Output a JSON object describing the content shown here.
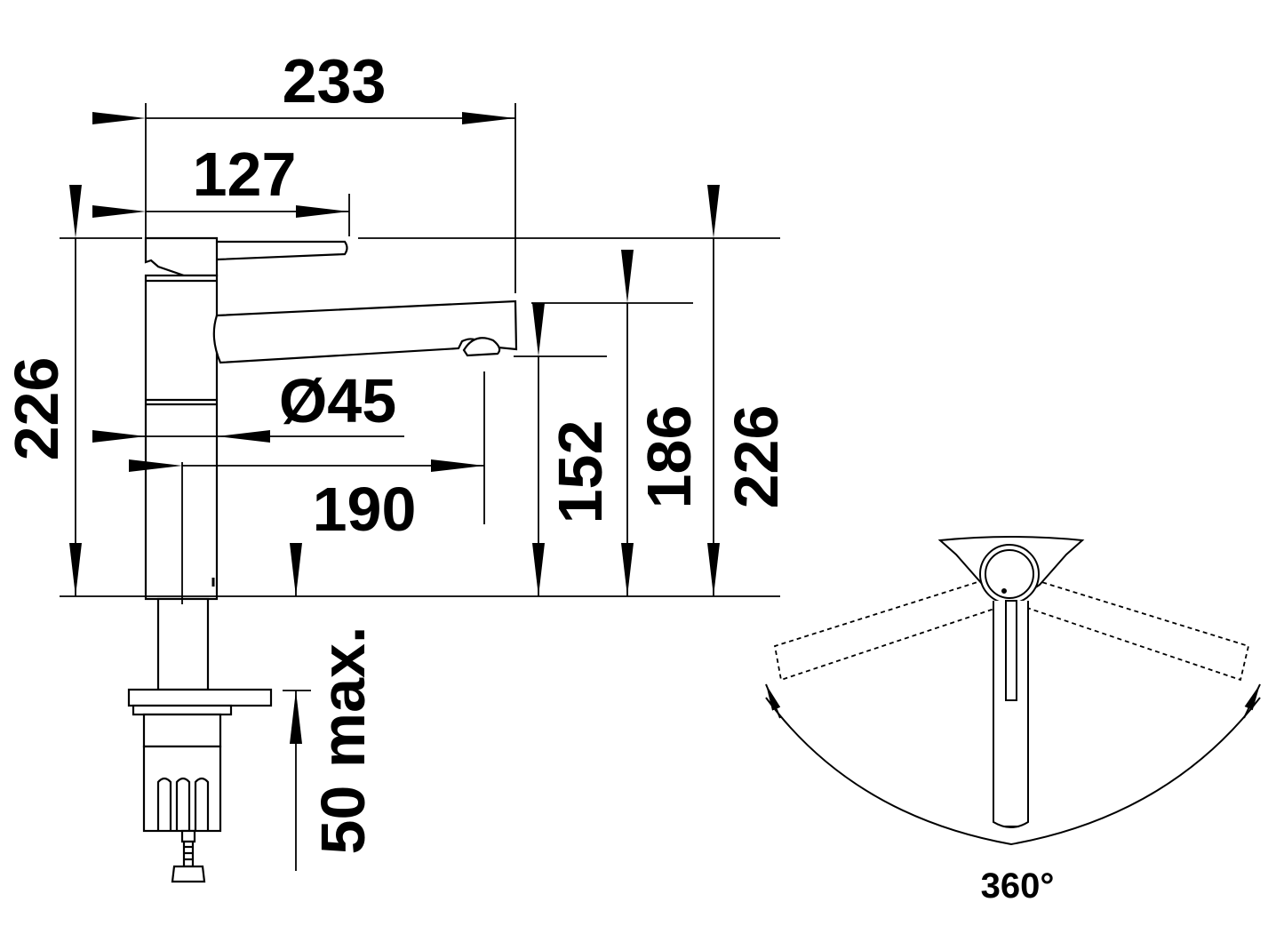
{
  "drawing": {
    "line_color": "#000000",
    "background": "#ffffff",
    "dimensions": {
      "width_total": "233",
      "lever_length": "127",
      "height_left": "226",
      "diameter": "Ø45",
      "spout_reach": "190",
      "outlet_height": "152",
      "spout_height": "186",
      "height_right": "226",
      "counter_thickness": "50 max."
    },
    "rotation": {
      "angle": "360°"
    }
  }
}
